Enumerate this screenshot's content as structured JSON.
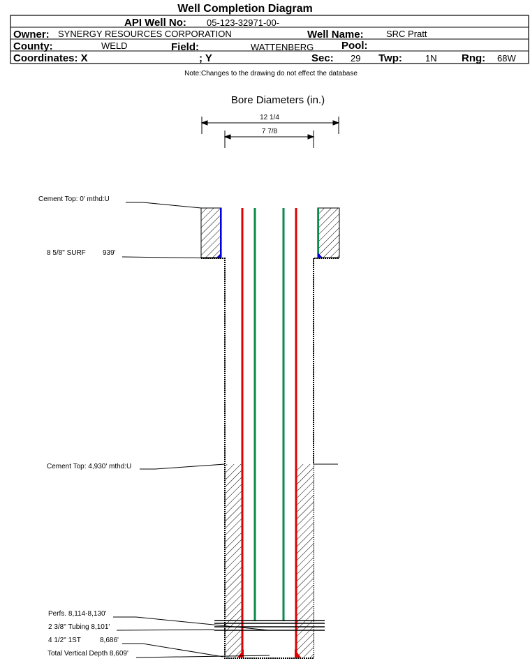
{
  "title": "Well Completion Diagram",
  "header": {
    "api_label": "API Well No:",
    "api_value": "05-123-32971-00-",
    "owner_label": "Owner:",
    "owner_value": "SYNERGY RESOURCES CORPORATION",
    "well_name_label": "Well Name:",
    "well_name_value": "SRC Pratt",
    "county_label": "County:",
    "county_value": "WELD",
    "field_label": "Field:",
    "field_value": "WATTENBERG",
    "pool_label": "Pool:",
    "coord_x_label": "Coordinates: X",
    "coord_y_label": "; Y",
    "sec_label": "Sec:",
    "sec_value": "29",
    "twp_label": "Twp:",
    "twp_value": "1N",
    "rng_label": "Rng:",
    "rng_value": "68W"
  },
  "note": "Note:Changes to the drawing do not effect the database",
  "bore": {
    "title": "Bore Diameters (in.)",
    "outer": "12 1/4",
    "inner": "7 7/8"
  },
  "labels": {
    "cement_top_1": "Cement Top: 0' mthd:U",
    "surf_casing": "8 5/8\" SURF",
    "surf_depth": "939'",
    "cement_top_2": "Cement Top: 4,930' mthd:U",
    "perfs": "Perfs. 8,114-8,130'",
    "tubing": "2 3/8\" Tubing 8,101'",
    "prod_casing": "4 1/2\" 1ST",
    "prod_depth": "8,686'",
    "tvd": "Total Vertical Depth 8,609'"
  },
  "colors": {
    "tubing": "#0a8a4a",
    "casing": "#e00000",
    "cement_edge": "#0000dd"
  }
}
